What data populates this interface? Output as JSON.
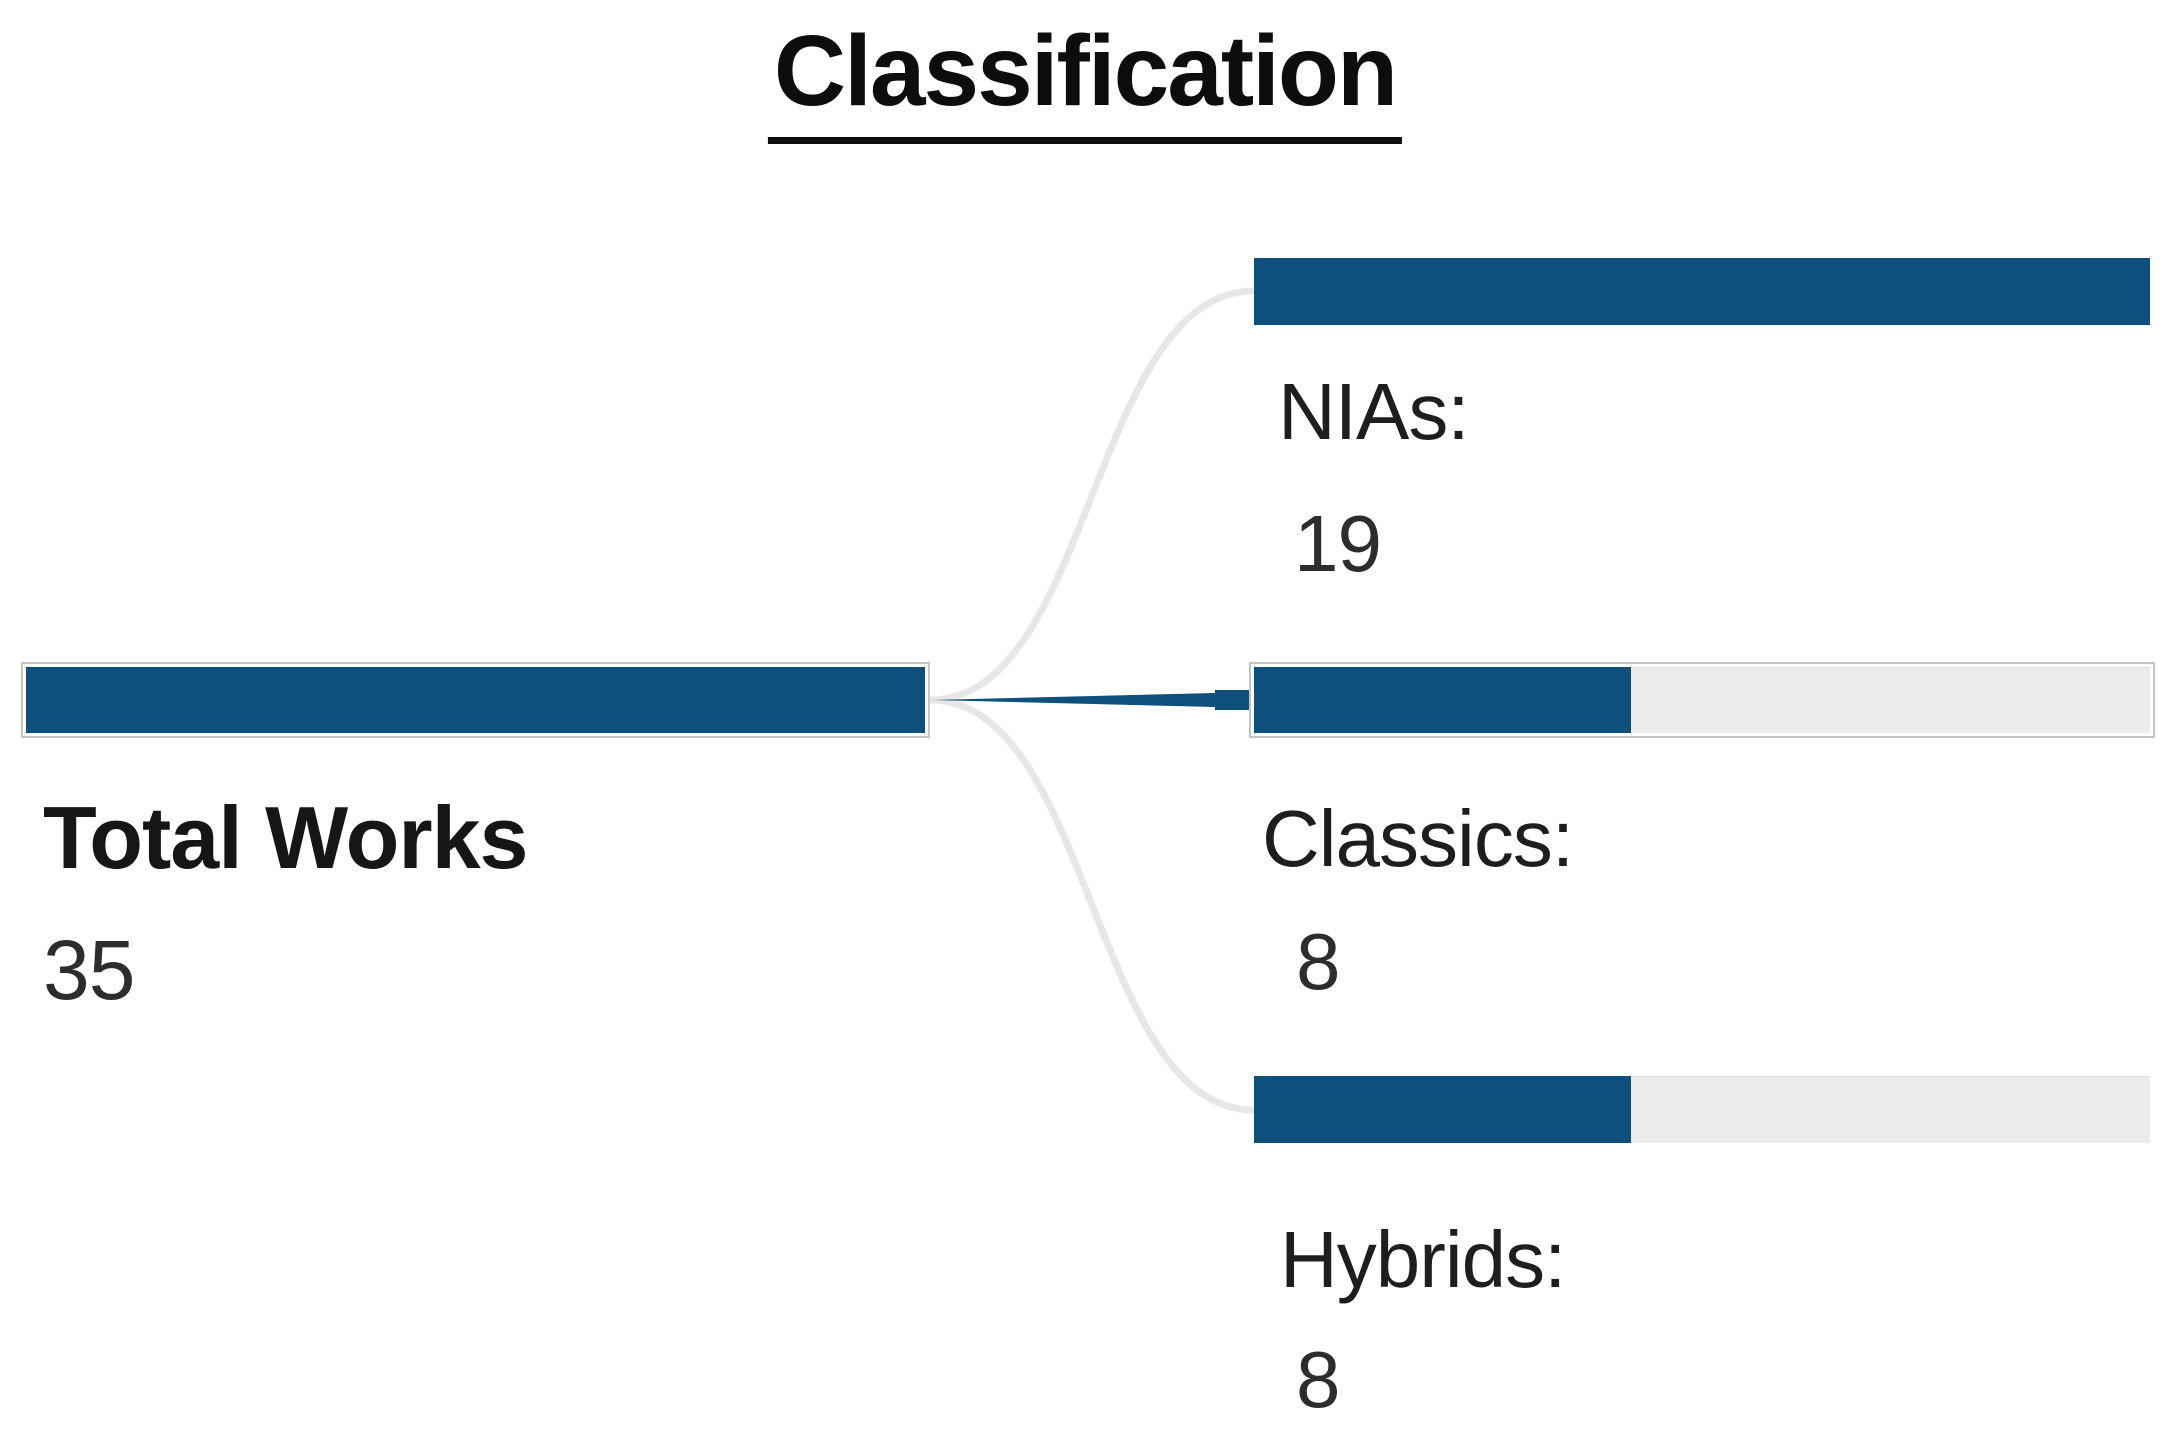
{
  "title": "Classification",
  "root": {
    "label": "Total Works",
    "value": "35",
    "fill_pct": 100
  },
  "children": [
    {
      "label": "NIAs:",
      "value": "19",
      "fill_pct": 100
    },
    {
      "label": "Classics:",
      "value": "8",
      "fill_pct": 42.105
    },
    {
      "label": "Hybrids:",
      "value": "8",
      "fill_pct": 42.105
    }
  ],
  "colors": {
    "bar_fill": "#0e4f7c",
    "bar_track": "#ececec",
    "node_border": "#c5c5c5",
    "connector_gray": "#e7e7e7",
    "connector_highlight": "#0e4f7c",
    "title_text": "#0d0d0d",
    "label_text": "#1e1e1e",
    "background": "#ffffff"
  },
  "chart_data": {
    "type": "bar",
    "subtype": "decomposition_tree",
    "title": "Classification",
    "orientation": "left-to-right",
    "root": {
      "label": "Total Works",
      "value": 35
    },
    "categories": [
      "NIAs",
      "Classics",
      "Hybrids"
    ],
    "values": [
      19,
      8,
      8
    ],
    "bar_scale_max": 19,
    "highlighted_path": [
      "Total Works",
      "Classics"
    ],
    "grid": false,
    "legend": false
  }
}
